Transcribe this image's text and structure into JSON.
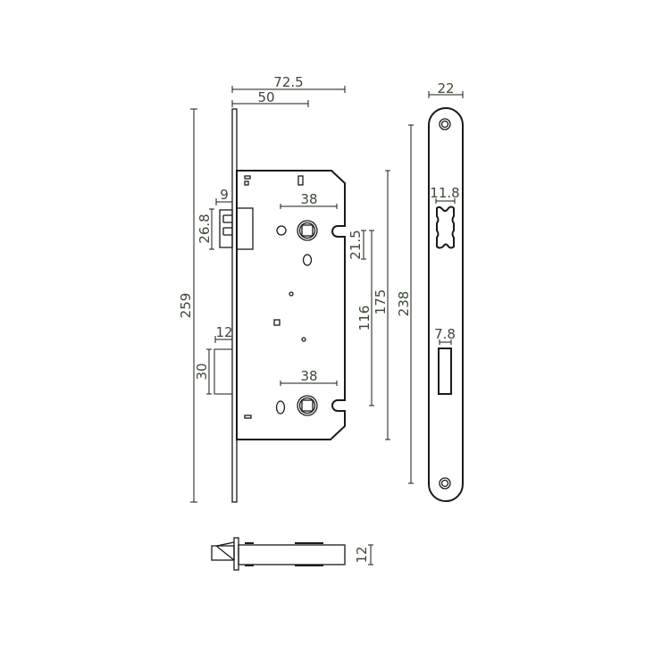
{
  "diagram": {
    "title": "Mortise lock technical drawing",
    "colors": {
      "lines": "#1a1a1a",
      "dimension_text": "#3b4a36",
      "background": "#ffffff"
    },
    "front_view": {
      "dimensions": {
        "overall_depth": "72.5",
        "backset": "50",
        "faceplate_height": "259",
        "latch_projection": "9",
        "latch_height": "26.8",
        "bolt_projection": "12",
        "bolt_height": "30",
        "spindle_upper_width": "38",
        "spindle_lower_width": "38",
        "spindle_to_fixing": "21.5",
        "spindle_centers": "116",
        "case_height": "175"
      }
    },
    "faceplate_view": {
      "dimensions": {
        "faceplate_width": "22",
        "fixing_centers": "238",
        "latch_slot_width": "11.8",
        "bolt_slot_width": "7.8"
      }
    },
    "bottom_view": {
      "dimensions": {
        "body_thickness": "12"
      }
    }
  }
}
